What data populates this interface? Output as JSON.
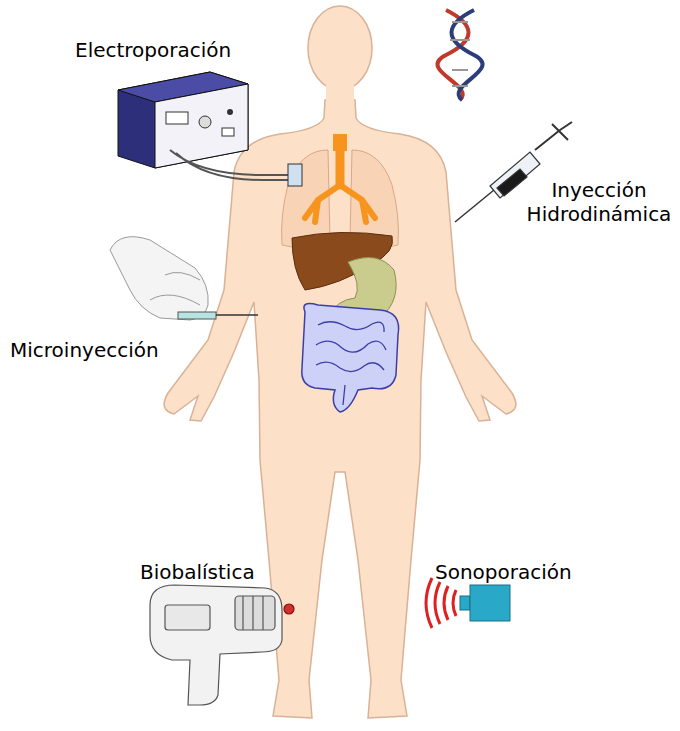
{
  "diagram": {
    "labels": [
      "Electroporación",
      "Inyección Hidrodinámica",
      "Microinyección",
      "Biobalística",
      "Sonoporación"
    ]
  }
}
